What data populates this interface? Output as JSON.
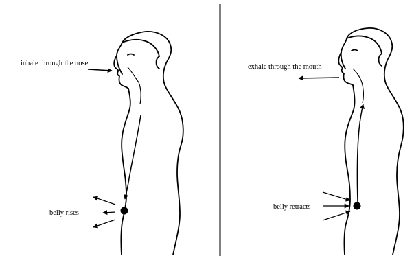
{
  "panels": {
    "left": {
      "nose_label": "inhale through the nose",
      "belly_label": "belly rises"
    },
    "right": {
      "mouth_label": "exhale through the mouth",
      "belly_label": "belly retracts"
    }
  }
}
